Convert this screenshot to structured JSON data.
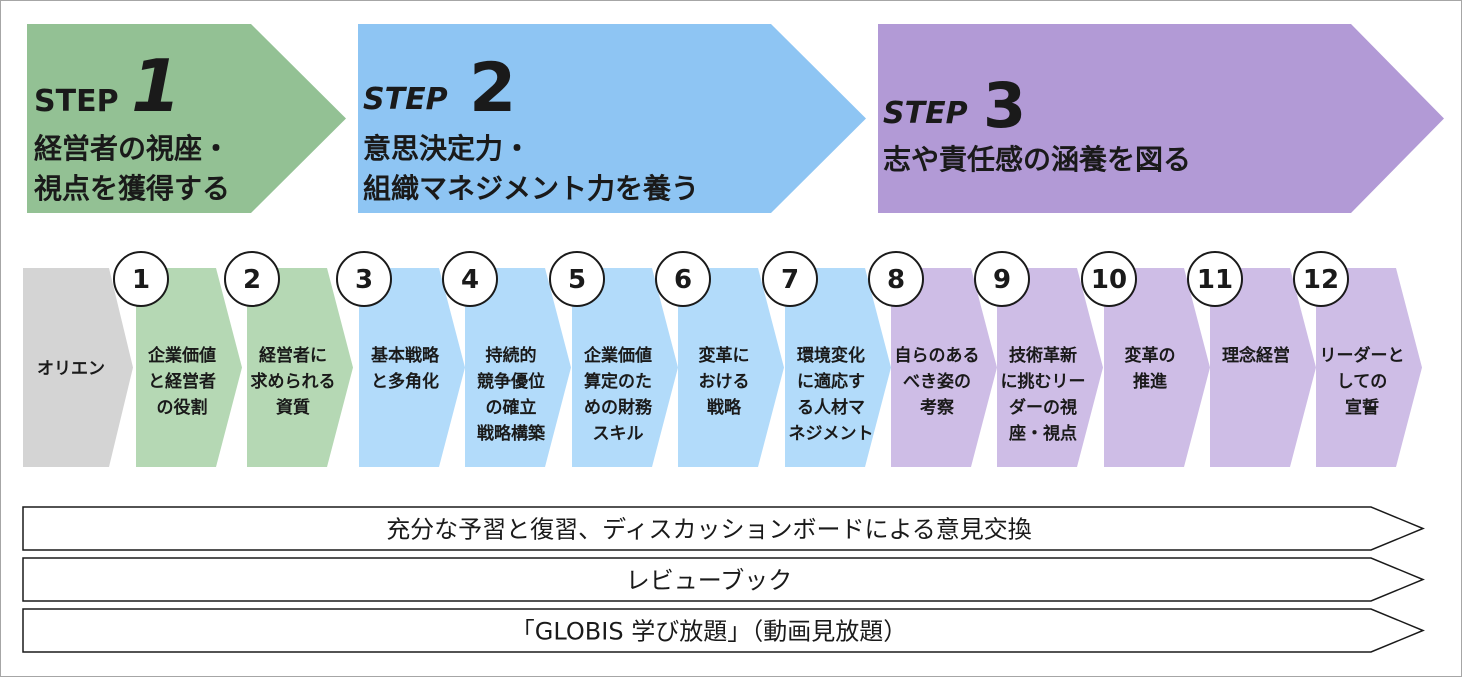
{
  "steps": [
    {
      "step_label": "STEP",
      "number": "1",
      "title_lines": [
        "経営者の視座・",
        "視点を獲得する"
      ],
      "color": "#93c194",
      "italic_label": false
    },
    {
      "step_label": "STEP",
      "number": "2",
      "title_lines": [
        "意思決定力・",
        "組織マネジメント力を養う"
      ],
      "color": "#8ec5f3",
      "italic_label": true
    },
    {
      "step_label": "STEP",
      "number": "3",
      "title_lines": [
        "志や責任感の涵養を図る"
      ],
      "color": "#b29ad6",
      "italic_label": true
    }
  ],
  "orientation": {
    "label": "オリエン",
    "color": "#d4d4d4"
  },
  "sessions": [
    {
      "number": "1",
      "lines": [
        "企業価値",
        "と経営者",
        "の役割"
      ],
      "color": "#b5d8b4"
    },
    {
      "number": "2",
      "lines": [
        "経営者に",
        "求められる",
        "資質"
      ],
      "color": "#b5d8b4"
    },
    {
      "number": "3",
      "lines": [
        "基本戦略",
        "と多角化"
      ],
      "color": "#b2dbfa"
    },
    {
      "number": "4",
      "lines": [
        "持続的",
        "競争優位",
        "の確立",
        "戦略構築"
      ],
      "color": "#b2dbfa"
    },
    {
      "number": "5",
      "lines": [
        "企業価値",
        "算定のた",
        "めの財務",
        "スキル"
      ],
      "color": "#b2dbfa"
    },
    {
      "number": "6",
      "lines": [
        "変革に",
        "おける",
        "戦略"
      ],
      "color": "#b2dbfa"
    },
    {
      "number": "7",
      "lines": [
        "環境変化",
        "に適応す",
        "る人材マ",
        "ネジメント"
      ],
      "color": "#b2dbfa"
    },
    {
      "number": "8",
      "lines": [
        "自らのある",
        "べき姿の",
        "考察"
      ],
      "color": "#cebde6"
    },
    {
      "number": "9",
      "lines": [
        "技術革新",
        "に挑むリー",
        "ダーの視",
        "座・視点"
      ],
      "color": "#cebde6"
    },
    {
      "number": "10",
      "lines": [
        "変革の",
        "推進"
      ],
      "color": "#cebde6"
    },
    {
      "number": "11",
      "lines": [
        "理念経営"
      ],
      "color": "#cebde6"
    },
    {
      "number": "12",
      "lines": [
        "リーダーと",
        "しての",
        "宣誓"
      ],
      "color": "#cebde6"
    }
  ],
  "bands": [
    {
      "label": "充分な予習と復習、ディスカッションボードによる意見交換"
    },
    {
      "label": "レビューブック"
    },
    {
      "label": "「GLOBIS 学び放題」（動画見放題）"
    }
  ]
}
